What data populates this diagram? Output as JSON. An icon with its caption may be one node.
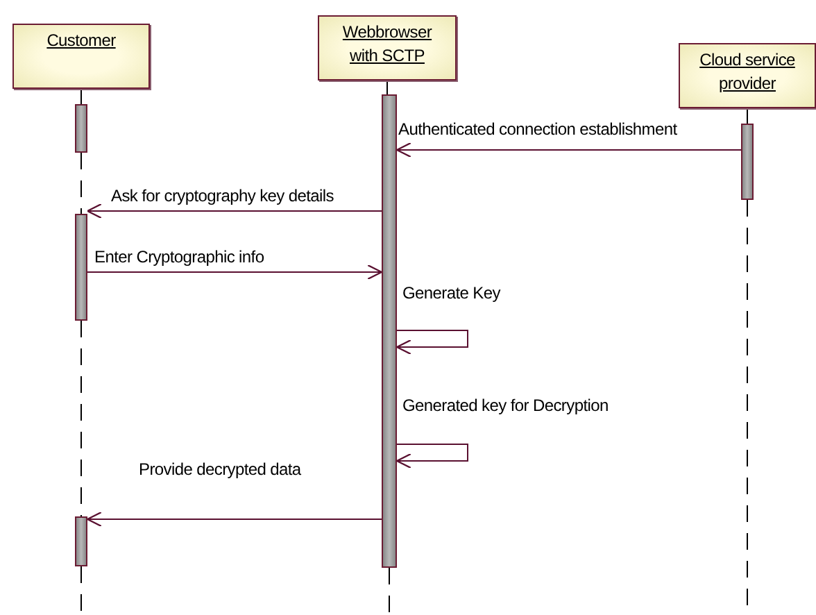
{
  "diagram": {
    "nodes": [
      {
        "text": [
          "Customer"
        ]
      },
      {
        "text": [
          "Webbrowser with SCTP"
        ]
      },
      {
        "text": [
          "Cloud service provider"
        ]
      },
      {
        "text": [],
        "shape": "bar"
      },
      {
        "text": [],
        "shape": "bar"
      },
      {
        "text": [],
        "shape": "bar"
      },
      {
        "text": [],
        "shape": "bar"
      },
      {
        "text": [],
        "shape": "bar"
      }
    ],
    "edges": [
      {
        "from": 5,
        "to": 4,
        "arrow": "to",
        "label": "Authenticated connection establishment"
      },
      {
        "from": 4,
        "to": 6,
        "arrow": "to",
        "label": "Ask for cryptography key details"
      },
      {
        "from": 6,
        "to": 4,
        "arrow": "to",
        "label": "Enter Cryptographic info"
      },
      {
        "from": 4,
        "to": 4,
        "arrow": "to",
        "label": "Generate Key"
      },
      {
        "from": 4,
        "to": 4,
        "arrow": "to",
        "label": "Generated key for Decryption"
      },
      {
        "from": 4,
        "to": 7,
        "arrow": "to",
        "label": "Provide decrypted data"
      },
      {
        "from": 0,
        "to": 3,
        "arrow": "none",
        "style": "dashed"
      },
      {
        "from": 3,
        "to": 6,
        "arrow": "none",
        "style": "dashed"
      },
      {
        "from": 6,
        "to": 7,
        "arrow": "none",
        "style": "dashed"
      },
      {
        "from": 7,
        "to": null,
        "arrow": "none",
        "style": "dashed"
      },
      {
        "from": 1,
        "to": 4,
        "arrow": "none",
        "style": "dashed"
      },
      {
        "from": 4,
        "to": null,
        "arrow": "none",
        "style": "dashed"
      },
      {
        "from": 2,
        "to": 5,
        "arrow": "none",
        "style": "dashed"
      },
      {
        "from": 5,
        "to": null,
        "arrow": "none",
        "style": "dashed"
      }
    ]
  }
}
